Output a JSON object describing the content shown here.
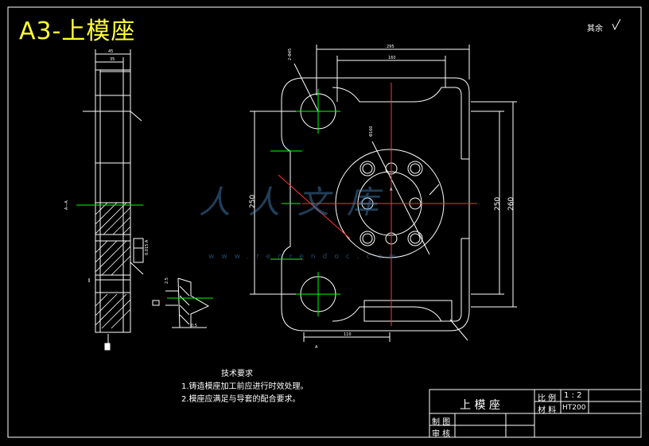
{
  "drawing": {
    "title": "A3-上模座",
    "surface_note": "其余",
    "tech_requirements": {
      "heading": "技术要求",
      "lines": [
        "1.铸造模座加工前应进行时效处理。",
        "2.模座应满足与导套的配合要求。"
      ]
    },
    "dimensions": {
      "d45": "45",
      "d35": "35",
      "d295": "295",
      "d160": "160",
      "d250_left": "250",
      "d250_right": "250",
      "d260": "260",
      "d110": "110",
      "d2phi45": "2-Φ45",
      "phi160": "Φ160",
      "d0015": "0.015 A",
      "d05": "0.5",
      "d25": "2.5"
    },
    "section_labels": {
      "a_a": "A—A",
      "a_mark_top": "A",
      "a_mark_bottom": "A"
    },
    "watermark": {
      "text": "人人文库",
      "url": "www.renrendoc.com"
    },
    "title_block": {
      "part_name": "上 模 座",
      "scale_label": "比 例",
      "scale_value": "1 : 2",
      "material_label": "材 料",
      "material_value": "HT200",
      "drawn_label": "制 图",
      "checked_label": "审 核"
    }
  }
}
